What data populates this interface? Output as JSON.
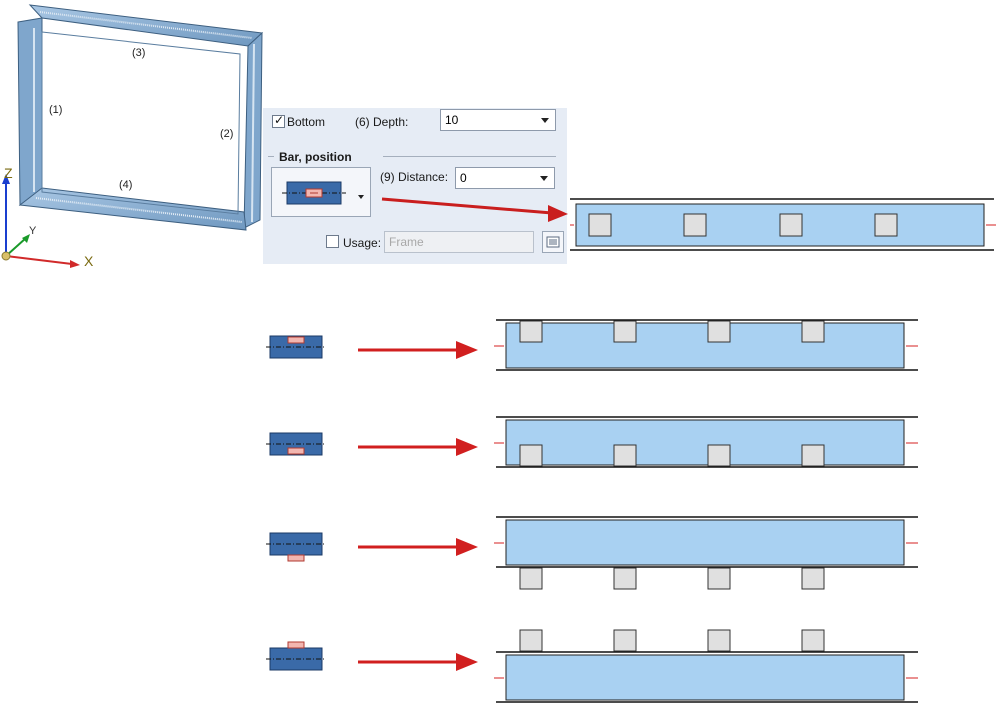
{
  "frame_labels": {
    "p1": "(1)",
    "p2": "(2)",
    "p3": "(3)",
    "p4": "(4)"
  },
  "axes": {
    "x": "X",
    "y": "Y",
    "z": "Z"
  },
  "dialog": {
    "bottom_label": "Bottom",
    "bottom_checked": true,
    "depth_label": "(6) Depth:",
    "depth_value": "10",
    "group_title": "Bar, position",
    "distance_label": "(9) Distance:",
    "distance_value": "0",
    "usage_label": "Usage:",
    "usage_placeholder": "Frame"
  },
  "bar_positions": [
    "embedded-top",
    "embedded-bottom",
    "outside-bottom",
    "outside-top"
  ],
  "colors": {
    "frame_blue": "#8fb3d6",
    "profile_fill": "#a9d1f2",
    "block_fill": "#e0e0e0",
    "icon_blue": "#3a6aa8",
    "arrow_red": "#d11f1f",
    "marker_red": "#d42020"
  }
}
